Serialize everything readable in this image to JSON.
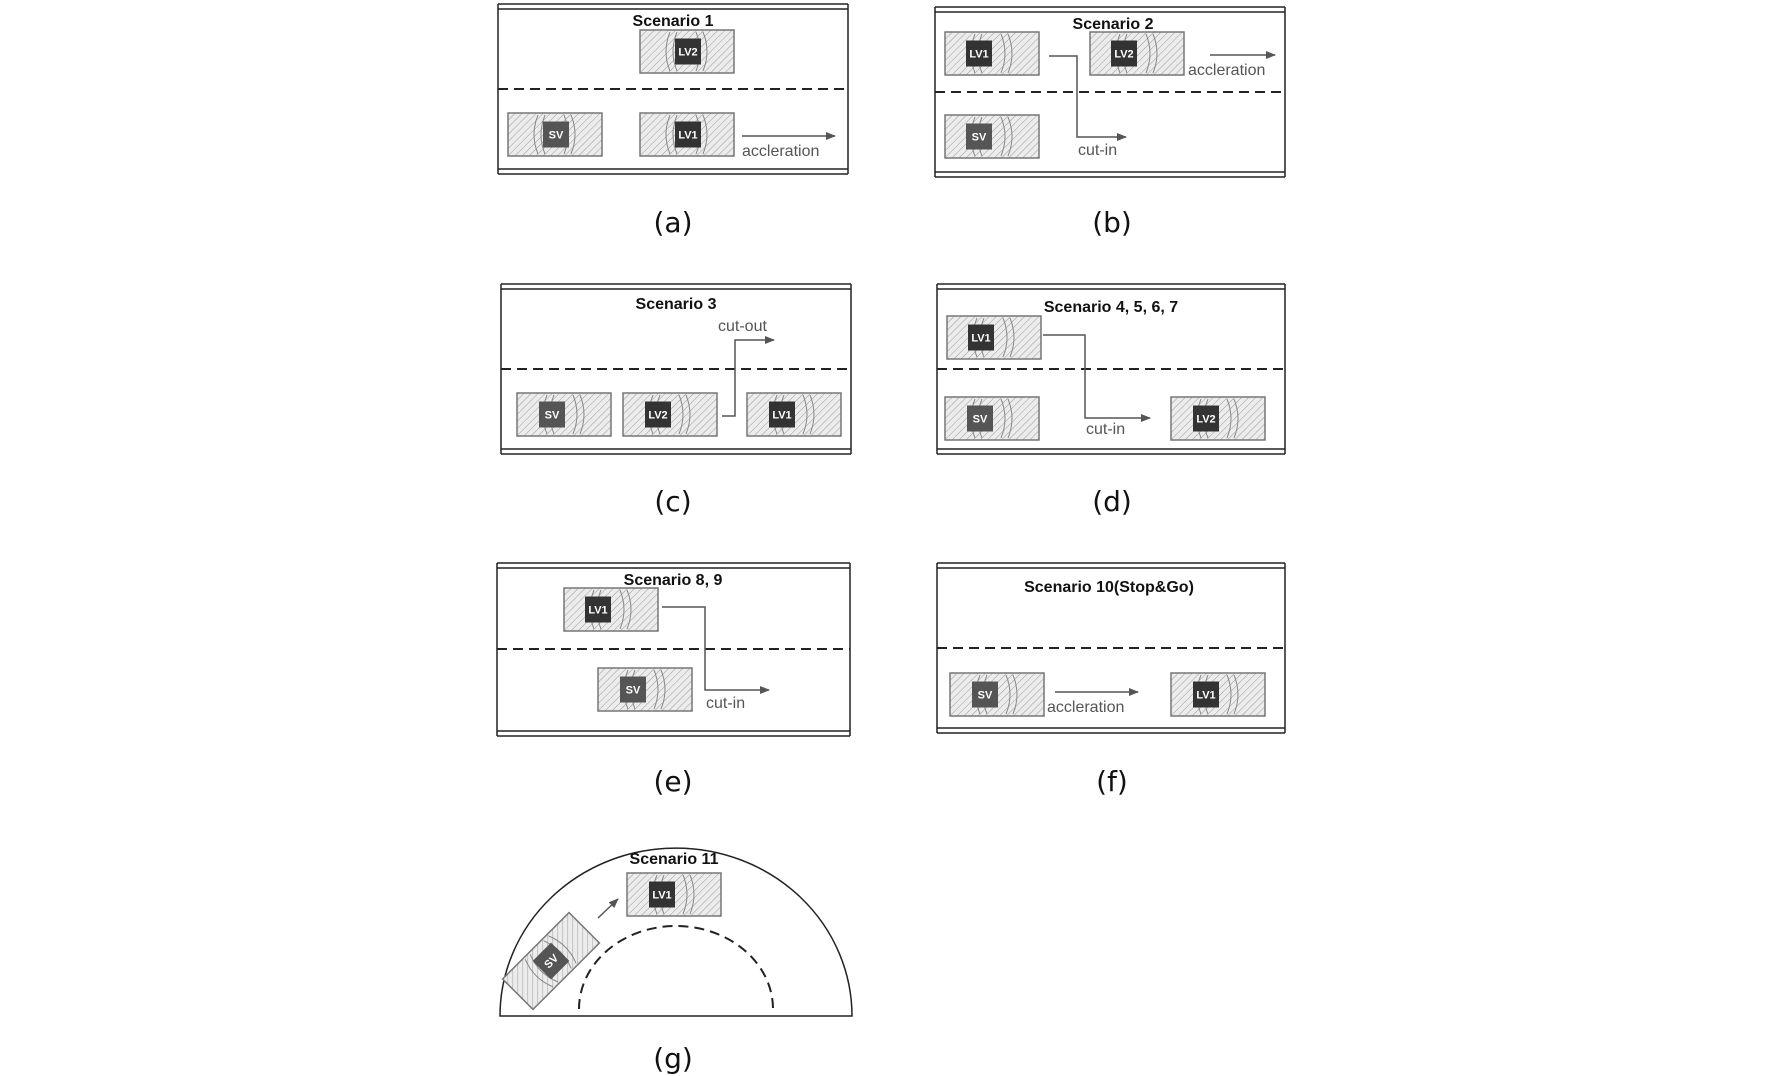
{
  "panels": [
    {
      "id": "a",
      "title": "Scenario 1",
      "caption": "(a)",
      "notes": [
        "accleration"
      ]
    },
    {
      "id": "b",
      "title": "Scenario 2",
      "caption": "(b)",
      "notes": [
        "accleration",
        "cut-in"
      ]
    },
    {
      "id": "c",
      "title": "Scenario 3",
      "caption": "(c)",
      "notes": [
        "cut-out"
      ]
    },
    {
      "id": "d",
      "title": "Scenario 4, 5, 6, 7",
      "caption": "(d)",
      "notes": [
        "cut-in"
      ]
    },
    {
      "id": "e",
      "title": "Scenario 8, 9",
      "caption": "(e)",
      "notes": [
        "cut-in"
      ]
    },
    {
      "id": "f",
      "title": "Scenario 10(Stop&Go)",
      "caption": "(f)",
      "notes": [
        "accleration"
      ]
    },
    {
      "id": "g",
      "title": "Scenario 11",
      "caption": "(g)",
      "notes": []
    }
  ],
  "vehicles": {
    "sv": "SV",
    "lv1": "LV1",
    "lv2": "LV2"
  },
  "colors": {
    "road_line": "#222222",
    "car_fill": "#e2e2e2",
    "car_border": "#777777",
    "cabin_dark": "#333333",
    "cabin_mid": "#555555",
    "arrow": "#555555"
  }
}
